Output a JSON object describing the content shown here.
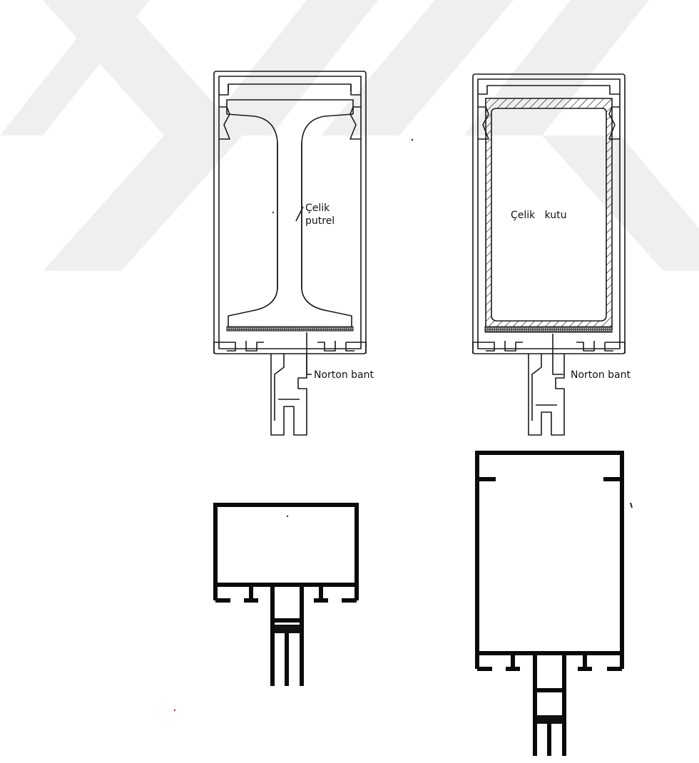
{
  "labels": {
    "celik_putrel_line1": "Çelik",
    "celik_putrel_line2": "putrel",
    "celik_kutu": "Çelik   kutu",
    "norton_bant_left": "Norton  bant",
    "norton_bant_right": "Norton  bant"
  },
  "colors": {
    "line": "#1a1a1a",
    "watermark": "#efefef",
    "paper": "#ffffff"
  }
}
